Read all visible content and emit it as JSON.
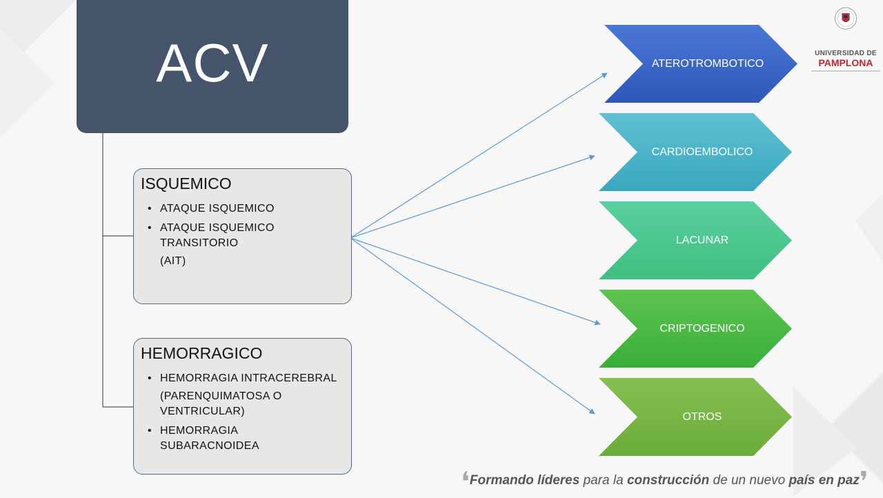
{
  "root": {
    "title": "ACV"
  },
  "categories": [
    {
      "title": "ISQUEMICO",
      "items": [
        {
          "text": "ATAQUE ISQUEMICO",
          "bullet": true
        },
        {
          "text": "ATAQUE ISQUEMICO TRANSITORIO",
          "bullet": true
        },
        {
          "text": "(AIT)",
          "bullet": false
        }
      ]
    },
    {
      "title": "HEMORRAGICO",
      "items": [
        {
          "text": "HEMORRAGIA INTRACEREBRAL",
          "bullet": true
        },
        {
          "text": "(PARENQUIMATOSA O VENTRICULAR)",
          "bullet": false
        },
        {
          "text": "HEMORRAGIA SUBARACNOIDEA",
          "bullet": true
        }
      ]
    }
  ],
  "subtypes": [
    {
      "label": "ATEROTROMBOTICO",
      "color_start": "#4a78d6",
      "color_end": "#2f57b8"
    },
    {
      "label": "CARDIOEMBOLICO",
      "color_start": "#5fc0d2",
      "color_end": "#39a8bf"
    },
    {
      "label": "LACUNAR",
      "color_start": "#5ad0a0",
      "color_end": "#3fbf80"
    },
    {
      "label": "CRIPTOGENICO",
      "color_start": "#5ec450",
      "color_end": "#3aae3a"
    },
    {
      "label": "OTROS",
      "color_start": "#86bf52",
      "color_end": "#6aac3a"
    }
  ],
  "logo": {
    "line1": "UNIVERSIDAD DE",
    "line2": "PAMPLONA"
  },
  "slogan": {
    "p1": "Formando líderes",
    "p2": " para la ",
    "p3": "construcción",
    "p4": " de un nuevo ",
    "p5": "país en paz"
  },
  "colors": {
    "root_bg": "#44546a",
    "box_bg": "#e7e7e8",
    "box_border": "#4f6b8a",
    "arrow": "#5b9bd5",
    "logo_red": "#c0272d"
  }
}
